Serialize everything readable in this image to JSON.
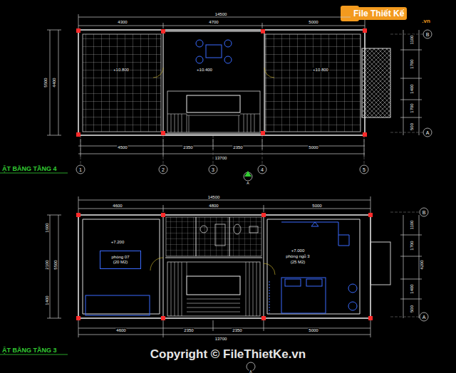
{
  "diagram": {
    "nodes": [
      {
        "text": [
          "phòng 07",
          "(20 M2)"
        ]
      }
    ],
    "labels": [
      "File Thiết Kế",
      ".vn",
      "14500",
      "4300",
      "4700",
      "5000",
      "5500",
      "4400",
      "1100",
      "1700",
      "1400",
      "1700",
      "500",
      "B",
      "A",
      "+10.800",
      "+10.400",
      "+10.800",
      "4500",
      "2350",
      "2350",
      "5000",
      "13700",
      "1",
      "2",
      "3",
      "4",
      "5",
      "ẶT BẰNG TẦNG 4",
      "A",
      "14500",
      "4600",
      "4800",
      "5000",
      "1600",
      "2100",
      "1400",
      "5500",
      "1100",
      "1700",
      "4200",
      "1400",
      "500",
      "B",
      "A",
      "+7.200",
      "+7.000",
      "phòng ngủ 3",
      "(25 M2)",
      "4600",
      "2350",
      "2350",
      "5000",
      "13700",
      "ẶT BẰNG TẦNG 3",
      "Copyright © FileThietKe.vn",
      "A"
    ]
  }
}
